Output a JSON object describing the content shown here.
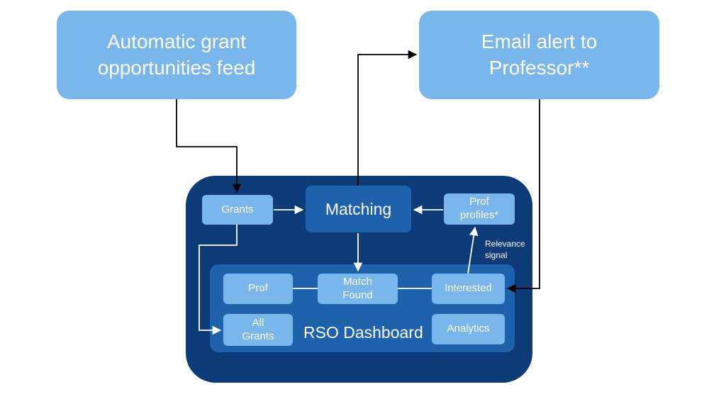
{
  "nodes": {
    "feed": "Automatic grant\nopportunities feed",
    "email": "Email alert to\nProfessor**",
    "grants": "Grants",
    "matching": "Matching",
    "prof_profiles": "Prof\nprofiles*",
    "prof": "Prof",
    "match_found": "Match\nFound",
    "interested": "Interested",
    "all_grants": "All\nGrants",
    "analytics": "Analytics",
    "dashboard": "RSO Dashboard"
  },
  "edge_labels": {
    "relevance_signal": "Relevance\nsignal"
  },
  "colors": {
    "light_box": "#79b6ec",
    "outer_container": "#0d3b78",
    "inner_container": "#1d62ab",
    "external_arrow": "#000000",
    "internal_arrow": "#ffffff"
  }
}
